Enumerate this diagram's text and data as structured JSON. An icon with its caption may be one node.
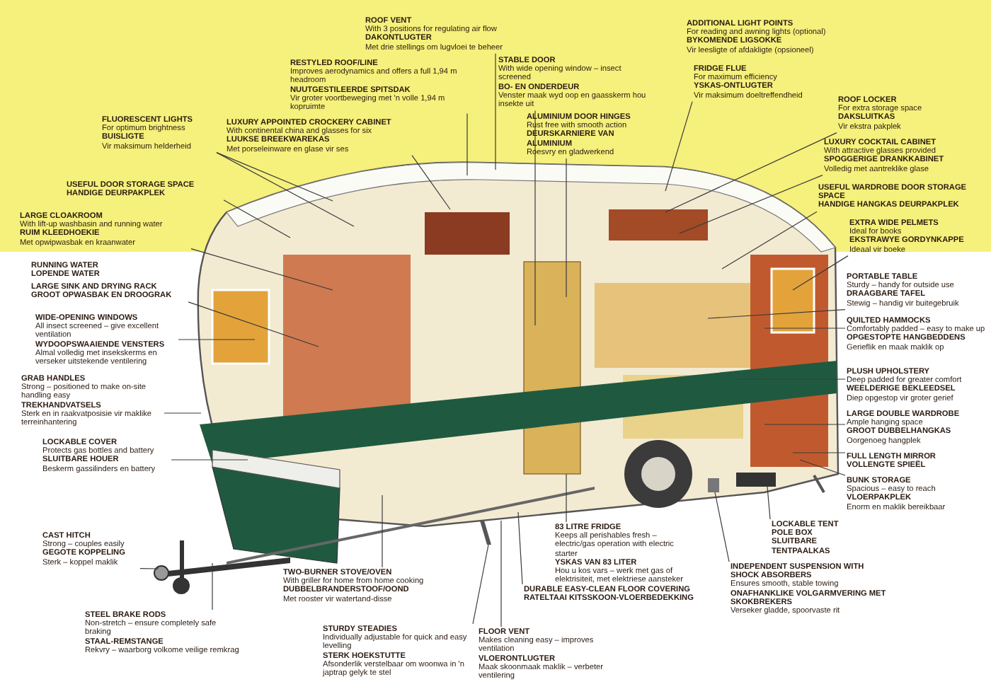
{
  "diagram": {
    "nodes": [
      {
        "text": [
          "ROOF VENT",
          "With 3 positions for regulating air flow",
          "DAKONTLUGTER",
          "Met drie stellings om lugvloei te beheer"
        ]
      },
      {
        "text": [
          "RESTYLED ROOF/LINE",
          "Improves aerodynamics and offers a full 1,94 m headroom",
          "NUUTGESTILEERDE SPITSDAK",
          "Vir groter voortbeweging met 'n volle 1,94 m kopruimte"
        ]
      },
      {
        "text": [
          "FLUORESCENT LIGHTS",
          "For optimum brightness",
          "BUISLIGTE",
          "Vir maksimum helderheid"
        ]
      },
      {
        "text": [
          "LUXURY APPOINTED CROCKERY CABINET",
          "With continental china and glasses for six",
          "LUUKSE BREEKWAREKAS",
          "Met porseleinware en glase vir ses"
        ]
      },
      {
        "text": [
          "USEFUL DOOR STORAGE SPACE",
          "HANDIGE DEURPAKPLEK"
        ]
      },
      {
        "text": [
          "LARGE CLOAKROOM",
          "With lift-up washbasin and running water",
          "RUIM KLEEDHOEKIE",
          "Met opwipwasbak en kraanwater"
        ]
      },
      {
        "text": [
          "STABLE DOOR",
          "With wide opening window – insect screened",
          "BO- EN ONDERDEUR",
          "Venster maak wyd oop en gaasskerm hou insekte uit"
        ]
      },
      {
        "text": [
          "ALUMINIUM DOOR HINGES",
          "Rust free with smooth action",
          "DEURSKARNIERE VAN ALUMINIUM",
          "Roesvry en gladwerkend"
        ]
      },
      {
        "text": [
          "ADDITIONAL LIGHT POINTS",
          "For reading and awning lights (optional)",
          "BYKOMENDE LIGSOKKE",
          "Vir leesligte of afdakligte (opsioneel)"
        ]
      },
      {
        "text": [
          "FRIDGE FLUE",
          "For maximum efficiency",
          "YSKAS-ONTLUGTER",
          "Vir maksimum doeltreffendheid"
        ]
      },
      {
        "text": [
          "ROOF LOCKER",
          "For extra storage space",
          "DAKSLUITKAS",
          "Vir ekstra pakplek"
        ]
      },
      {
        "text": [
          "LUXURY COCKTAIL CABINET",
          "With attractive glasses provided",
          "SPOGGERIGE DRANKKABINET",
          "Volledig met aantreklike glase"
        ]
      },
      {
        "text": [
          "USEFUL WARDROBE DOOR STORAGE SPACE",
          "HANDIGE HANGKAS DEURPAKPLEK"
        ]
      },
      {
        "text": [
          "EXTRA WIDE PELMETS",
          "Ideal for books",
          "EKSTRAWYE GORDYNKAPPE",
          "Ideaal vir boeke"
        ]
      },
      {
        "text": [
          "RUNNING WATER",
          "LOPENDE WATER"
        ]
      },
      {
        "text": [
          "LARGE SINK AND DRYING RACK",
          "GROOT OPWASBAK EN DROOGRAK"
        ]
      },
      {
        "text": [
          "WIDE-OPENING WINDOWS",
          "All insect screened – give excellent ventilation",
          "WYDOOPSWAAIENDE VENSTERS",
          "Almal volledig met insekskerms en verseker uitstekende ventilering"
        ]
      },
      {
        "text": [
          "GRAB HANDLES",
          "Strong – positioned to make on-site handling easy",
          "TREKHANDVATSELS",
          "Sterk en in raakvatposisie vir maklike terreinhantering"
        ]
      },
      {
        "text": [
          "LOCKABLE COVER",
          "Protects gas bottles and battery",
          "SLUITBARE HOUER",
          "Beskerm gassilinders en battery"
        ]
      },
      {
        "text": [
          "PORTABLE TABLE",
          "Sturdy – handy for outside use",
          "DRAAGBARE TAFEL",
          "Stewig – handig vir buitegebruik"
        ]
      },
      {
        "text": [
          "QUILTED HAMMOCKS",
          "Comfortably padded – easy to make up",
          "OPGESTOPTE HANGBEDDENS",
          "Gerieflik en maak maklik op"
        ]
      },
      {
        "text": [
          "PLUSH UPHOLSTERY",
          "Deep padded for greater comfort",
          "WEELDERIGE BEKLEEDSEL",
          "Diep opgestop vir groter gerief"
        ]
      },
      {
        "text": [
          "LARGE DOUBLE WARDROBE",
          "Ample hanging space",
          "GROOT DUBBELHANGKAS",
          "Oorgenoeg hangplek"
        ]
      },
      {
        "text": [
          "FULL LENGTH MIRROR",
          "VOLLENGTE SPIEËL"
        ]
      },
      {
        "text": [
          "BUNK STORAGE",
          "Spacious – easy to reach",
          "VLOERPAKPLEK",
          "Enorm en maklik bereikbaar"
        ]
      },
      {
        "text": [
          "LOCKABLE TENT POLE BOX",
          "SLUITBARE TENTPAALKAS"
        ]
      },
      {
        "text": [
          "CAST HITCH",
          "Strong – couples easily",
          "GEGOTE KOPPELING",
          "Sterk – koppel maklik"
        ]
      },
      {
        "text": [
          "STEEL BRAKE RODS",
          "Non-stretch – ensure completely safe braking",
          "STAAL-REMSTANGE",
          "Rekvry – waarborg volkome veilige remkrag"
        ]
      },
      {
        "text": [
          "TWO-BURNER STOVE/OVEN",
          "With griller for home from home cooking",
          "DUBBELBRANDERSTOOF/OOND",
          "Met rooster vir watertand-disse"
        ]
      },
      {
        "text": [
          "STURDY STEADIES",
          "Individually adjustable for quick and easy levelling",
          "STERK HOEKSTUTTE",
          "Afsonderlik verstelbaar om woonwa in 'n japtrap gelyk te stel"
        ]
      },
      {
        "text": [
          "83 LITRE FRIDGE",
          "Keeps all perishables fresh – electric/gas operation with electric starter",
          "YSKAS VAN 83 LITER",
          "Hou u kos vars – werk met gas of elektrisiteit, met elektriese aansteker"
        ]
      },
      {
        "text": [
          "DURABLE EASY-CLEAN FLOOR COVERING",
          "RATELTAAI KITSSKOON-VLOERBEDEKKING"
        ]
      },
      {
        "text": [
          "FLOOR VENT",
          "Makes cleaning easy – improves ventilation",
          "VLOERONTLUGTER",
          "Maak skoonmaak maklik – verbeter ventilering"
        ]
      },
      {
        "text": [
          "INDEPENDENT SUSPENSION WITH SHOCK ABSORBERS",
          "Ensures smooth, stable towing",
          "ONAFHANKLIKE VOLGARMVERING MET SKOKBREKERS",
          "Verseker gladde, spoorvaste rit"
        ]
      }
    ],
    "edges": [
      {
        "from": 0,
        "to": null,
        "arrow": "none"
      },
      {
        "from": 1,
        "to": null,
        "arrow": "none"
      },
      {
        "from": 2,
        "to": null,
        "arrow": "none"
      },
      {
        "from": 2,
        "to": null,
        "arrow": "none"
      },
      {
        "from": 3,
        "to": null,
        "arrow": "none"
      },
      {
        "from": 4,
        "to": null,
        "arrow": "none"
      },
      {
        "from": 5,
        "to": null,
        "arrow": "none"
      },
      {
        "from": 6,
        "to": null,
        "arrow": "none"
      },
      {
        "from": 7,
        "to": null,
        "arrow": "none"
      },
      {
        "from": 9,
        "to": null,
        "arrow": "none"
      },
      {
        "from": 10,
        "to": null,
        "arrow": "none"
      },
      {
        "from": 11,
        "to": null,
        "arrow": "none"
      },
      {
        "from": 12,
        "to": null,
        "arrow": "none"
      },
      {
        "from": 13,
        "to": null,
        "arrow": "none"
      },
      {
        "from": 15,
        "to": null,
        "arrow": "none"
      },
      {
        "from": 16,
        "to": null,
        "arrow": "none"
      },
      {
        "from": 17,
        "to": null,
        "arrow": "none"
      },
      {
        "from": 18,
        "to": null,
        "arrow": "none"
      },
      {
        "from": 19,
        "to": null,
        "arrow": "none"
      },
      {
        "from": 20,
        "to": null,
        "arrow": "none"
      },
      {
        "from": 21,
        "to": null,
        "arrow": "none"
      },
      {
        "from": 22,
        "to": null,
        "arrow": "none"
      },
      {
        "from": 23,
        "to": null,
        "arrow": "none"
      },
      {
        "from": 24,
        "to": null,
        "arrow": "none"
      },
      {
        "from": 25,
        "to": null,
        "arrow": "none"
      },
      {
        "from": 26,
        "to": null,
        "arrow": "none"
      },
      {
        "from": 27,
        "to": null,
        "arrow": "none"
      },
      {
        "from": 28,
        "to": null,
        "arrow": "none"
      },
      {
        "from": 29,
        "to": null,
        "arrow": "none"
      },
      {
        "from": 30,
        "to": null,
        "arrow": "none"
      },
      {
        "from": 31,
        "to": null,
        "arrow": "none"
      },
      {
        "from": 32,
        "to": null,
        "arrow": "none"
      },
      {
        "from": 33,
        "to": null,
        "arrow": "none"
      }
    ]
  }
}
